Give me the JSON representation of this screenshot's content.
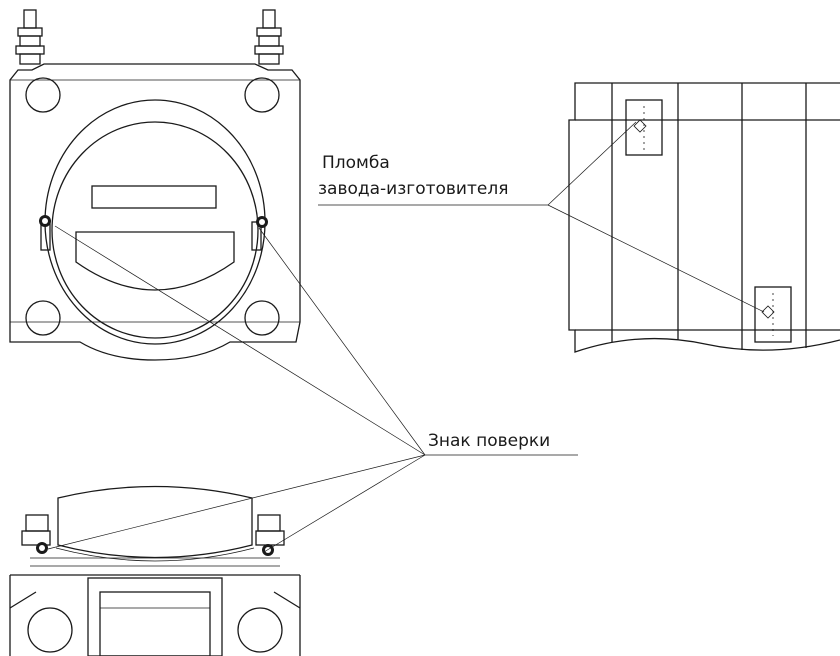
{
  "labels": {
    "plomba_line1": "Пломба",
    "plomba_line2": "завода-изготовителя",
    "znak": "Знак поверки"
  }
}
